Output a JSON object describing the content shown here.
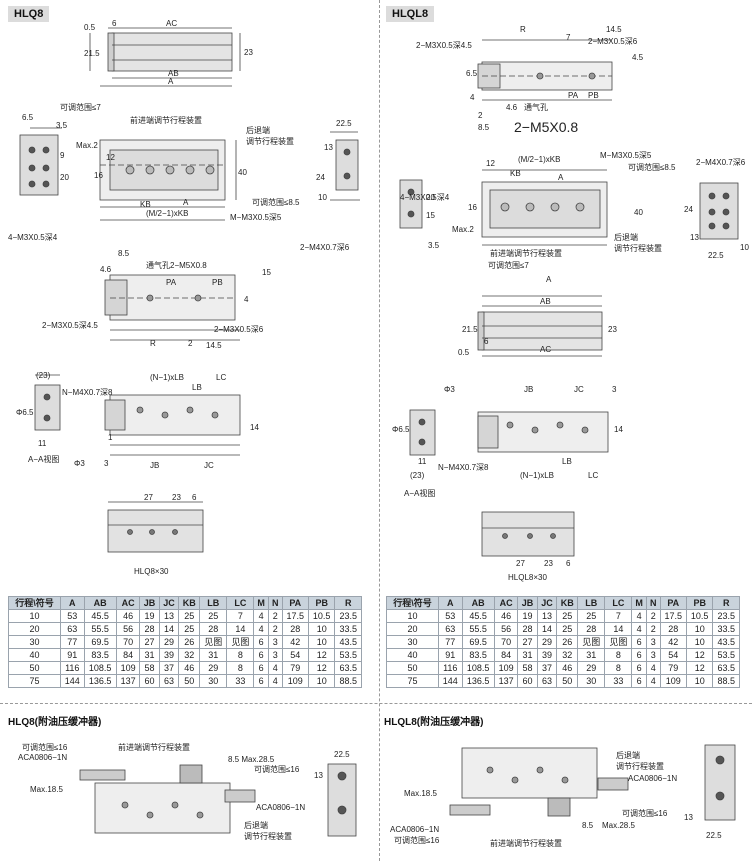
{
  "sections": {
    "hlq8": "HLQ8",
    "hlql8": "HLQL8",
    "hlq8_buffer": "HLQ8(附油压缓冲器)",
    "hlql8_buffer": "HLQL8(附油压缓冲器)"
  },
  "left_labels": {
    "ac": "AC",
    "ab": "AB",
    "a": "A",
    "d6": "6",
    "d05": "0.5",
    "d215": "21.5",
    "d23": "23",
    "d65": "6.5",
    "d35": "3.5",
    "adjust7": "可调范围≤7",
    "front_adj": "前进端调节行程装置",
    "back_adj1": "后退端",
    "back_adj2": "调节行程装置",
    "max2": "Max.2",
    "d12": "12",
    "kb": "KB",
    "m2kb": "(M/2−1)xKB",
    "a2": "A",
    "d16": "16",
    "d40": "40",
    "adjust85": "可调范围≤8.5",
    "mhole": "M−M3X0.5深5",
    "side4m3": "4−M3X0.5深4",
    "d9": "9",
    "d20": "20",
    "d225": "22.5",
    "d13": "13",
    "d24": "24",
    "d10": "10",
    "m4": "2−M4X0.7深6",
    "d85": "8.5",
    "d46": "4.6",
    "pa": "PA",
    "pb": "PB",
    "air": "通气孔2−M5X0.8",
    "m3a": "2−M3X0.5深4.5",
    "m3b": "2−M3X0.5深6",
    "r": "R",
    "d145": "14.5",
    "d4": "4",
    "d2": "2",
    "d15": "15",
    "d23b": "(23)",
    "nm4": "N−M4X0.7深8",
    "phi65": "Φ6.5",
    "aa": "A−A视图",
    "nlb": "(N−1)xLB",
    "lb": "LB",
    "lc": "LC",
    "jb": "JB",
    "jc": "JC",
    "d14": "14",
    "phi3": "Φ3",
    "hole3": "3",
    "caption": "HLQ8×30",
    "d27": "27",
    "d23c": "23",
    "d6b": "6",
    "d11": "11",
    "d1": "1"
  },
  "right_labels": {
    "r": "R",
    "d145": "14.5",
    "d7": "7",
    "m3a": "2−M3X0.5深4.5",
    "m3b": "2−M3X0.5深6",
    "d65": "6.5",
    "d45": "4.5",
    "d4": "4",
    "d46": "4.6",
    "air": "通气孔",
    "pa": "PA",
    "pb": "PB",
    "d2": "2",
    "d85": "8.5",
    "big_port": "2−M5X0.8",
    "d12": "12",
    "m2kb": "(M/2−1)xKB",
    "kb": "KB",
    "a": "A",
    "mhole": "M−M3X0.5深5",
    "adjust85": "可调范围≤8.5",
    "m4": "2−M4X0.7深6",
    "side4m3": "4−M3X0.5深4",
    "d20": "20",
    "d16": "16",
    "d15": "15",
    "d40": "40",
    "d24": "24",
    "d13": "13",
    "d225": "22.5",
    "d10": "10",
    "max2": "Max.2",
    "front_adj": "前进端调节行程装置",
    "back_adj1": "后退端",
    "back_adj2": "调节行程装置",
    "adjust7": "可调范围≤7",
    "d35": "3.5",
    "a2": "A",
    "ab": "AB",
    "ac": "AC",
    "d215": "21.5",
    "d23": "23",
    "d05": "0.5",
    "d6": "6",
    "phi3": "Φ3",
    "jb": "JB",
    "jc": "JC",
    "phi65": "Φ6.5",
    "nlb": "(N−1)xLB",
    "lb": "LB",
    "lc": "LC",
    "nm4": "N−M4X0.7深8",
    "d23b": "(23)",
    "d11": "11",
    "aa": "A−A视图",
    "d14": "14",
    "caption": "HLQL8×30",
    "d27": "27",
    "d23c": "23",
    "d6b": "6",
    "hole3": "3"
  },
  "buffer_left": {
    "adjust16": "可调范围≤16",
    "part": "ACA0806−1N",
    "front_adj": "前进端调节行程装置",
    "max285": "8.5 Max.28.5",
    "adjust16b": "可调范围≤16",
    "max185": "Max.18.5",
    "part2": "ACA0806−1N",
    "back1": "后退端",
    "back2": "调节行程装置",
    "d225": "22.5",
    "d13": "13"
  },
  "buffer_right": {
    "back1": "后退端",
    "back2": "调节行程装置",
    "part": "ACA0806−1N",
    "adjust16": "可调范围≤16",
    "max185": "Max.18.5",
    "part2": "ACA0806−1N",
    "adjust16b": "可调范围≤16",
    "front_adj": "前进端调节行程装置",
    "d85": "8.5",
    "max285": "Max.28.5",
    "d13": "13",
    "d225": "22.5"
  },
  "table": {
    "headers": [
      "行程\\符号",
      "A",
      "AB",
      "AC",
      "JB",
      "JC",
      "KB",
      "LB",
      "LC",
      "M",
      "N",
      "PA",
      "PB",
      "R"
    ],
    "rows": [
      [
        "10",
        "53",
        "45.5",
        "46",
        "19",
        "13",
        "25",
        "25",
        "7",
        "4",
        "2",
        "17.5",
        "10.5",
        "23.5"
      ],
      [
        "20",
        "63",
        "55.5",
        "56",
        "28",
        "14",
        "25",
        "28",
        "14",
        "4",
        "2",
        "28",
        "10",
        "33.5"
      ],
      [
        "30",
        "77",
        "69.5",
        "70",
        "27",
        "29",
        "26",
        "见图",
        "见图",
        "6",
        "3",
        "42",
        "10",
        "43.5"
      ],
      [
        "40",
        "91",
        "83.5",
        "84",
        "31",
        "39",
        "32",
        "31",
        "8",
        "6",
        "3",
        "54",
        "12",
        "53.5"
      ],
      [
        "50",
        "116",
        "108.5",
        "109",
        "58",
        "37",
        "46",
        "29",
        "8",
        "6",
        "4",
        "79",
        "12",
        "63.5"
      ],
      [
        "75",
        "144",
        "136.5",
        "137",
        "60",
        "63",
        "50",
        "30",
        "33",
        "6",
        "4",
        "109",
        "10",
        "88.5"
      ]
    ]
  }
}
